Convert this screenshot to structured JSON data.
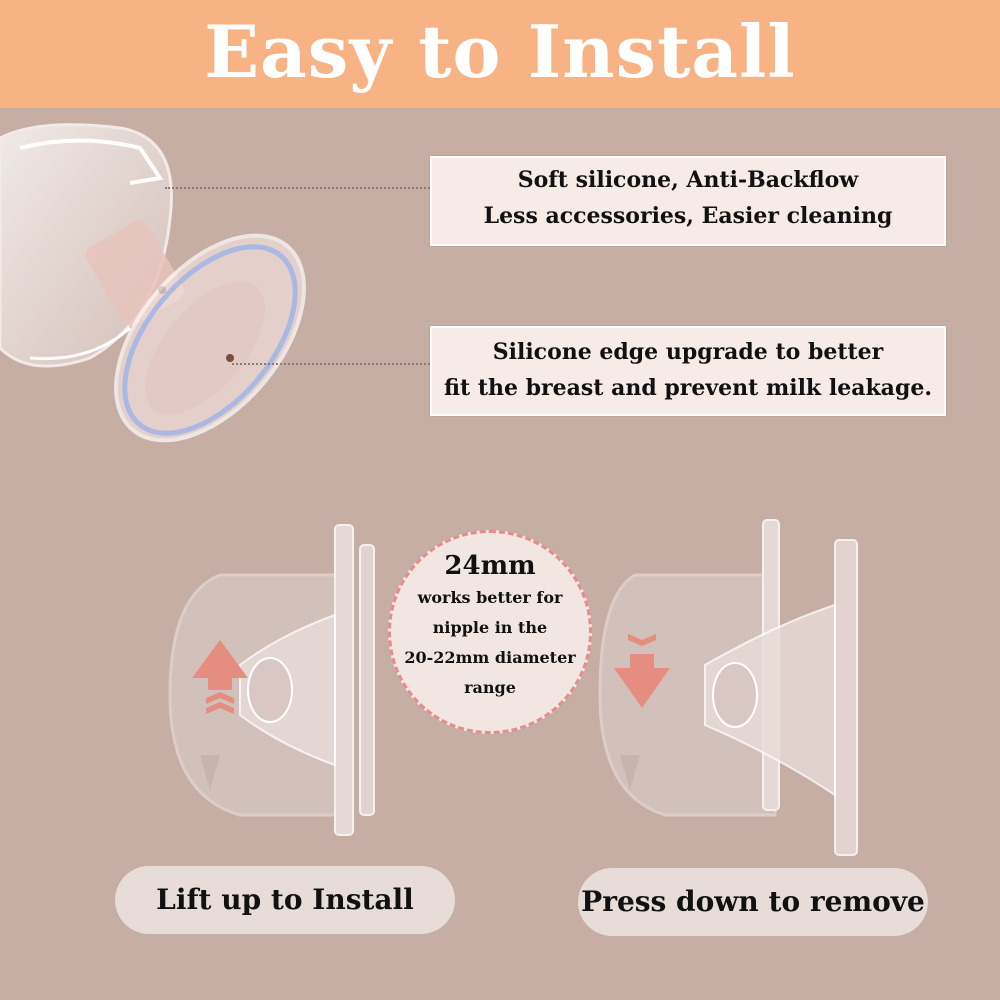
{
  "header": {
    "title": "Easy to Install"
  },
  "callouts": [
    {
      "line1": "Soft silicone,  Anti-Backflow",
      "line2": "Less accessories, Easier cleaning"
    },
    {
      "line1": "Silicone edge upgrade to better",
      "line2": "fit the breast and prevent milk leakage."
    }
  ],
  "badge": {
    "size": "24mm",
    "lines": [
      "works better for",
      "nipple in the",
      "20-22mm diameter",
      "range"
    ]
  },
  "actions": {
    "install": "Lift up to Install",
    "remove": "Press down to remove"
  },
  "colors": {
    "banner": "#f8b384",
    "background": "#c6aea4",
    "arrow": "#e58d80",
    "badge_border": "#e58d8d"
  },
  "icons": {
    "up": "arrow-up-icon",
    "down": "arrow-down-icon"
  }
}
